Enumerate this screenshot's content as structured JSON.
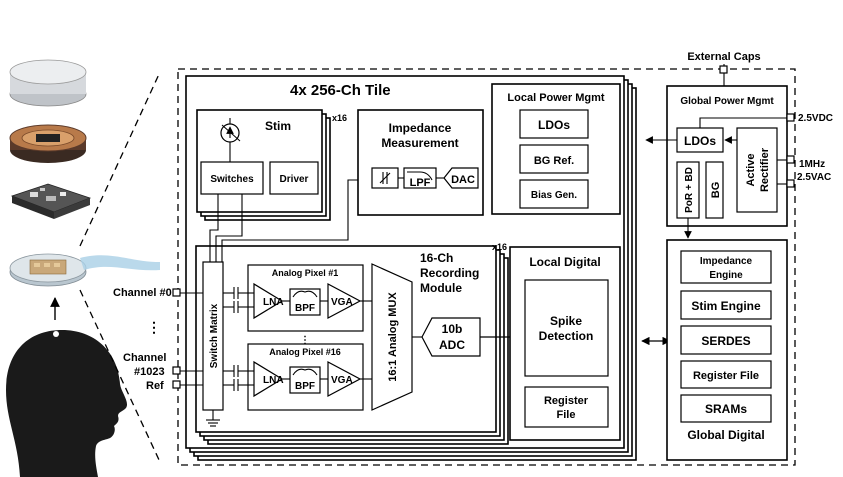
{
  "external": {
    "caps": "External Caps",
    "vdc": "2.5VDC",
    "freq": "1MHz",
    "vac": "2.5VAC"
  },
  "tile": {
    "title": "4x 256-Ch Tile",
    "stim": {
      "title": "Stim",
      "mult": "x16",
      "switches": "Switches",
      "driver": "Driver"
    },
    "impedance": {
      "title_l1": "Impedance",
      "title_l2": "Measurement",
      "lpf": "LPF",
      "dac": "DAC"
    },
    "local_power": {
      "title": "Local Power Mgmt",
      "items": [
        "LDOs",
        "BG Ref.",
        "Bias Gen."
      ]
    },
    "recording": {
      "title_l1": "16-Ch",
      "title_l2": "Recording",
      "title_l3": "Module",
      "mult": "x16",
      "switch_matrix": "Switch Matrix",
      "pixel1": "Analog Pixel #1",
      "pixel16": "Analog Pixel #16",
      "lna": "LNA",
      "bpf": "BPF",
      "vga": "VGA",
      "mux": "16:1 Analog MUX",
      "adc_l1": "10b",
      "adc_l2": "ADC",
      "vdots": "⋮"
    },
    "local_digital": {
      "title": "Local Digital",
      "spike_l1": "Spike",
      "spike_l2": "Detection",
      "reg_l1": "Register",
      "reg_l2": "File"
    }
  },
  "channels": {
    "ch0": "Channel #0",
    "dots": "⋮",
    "ch1023_l1": "Channel",
    "ch1023_l2": "#1023",
    "ref": "Ref"
  },
  "global_power": {
    "title": "Global Power Mgmt",
    "ldos": "LDOs",
    "por": "PoR + BD",
    "bg": "BG",
    "rect_l1": "Active",
    "rect_l2": "Rectifier"
  },
  "global_digital": {
    "title": "Global Digital",
    "imp_l1": "Impedance",
    "imp_l2": "Engine",
    "items": [
      "Stim Engine",
      "SERDES",
      "Register File",
      "SRAMs"
    ]
  }
}
